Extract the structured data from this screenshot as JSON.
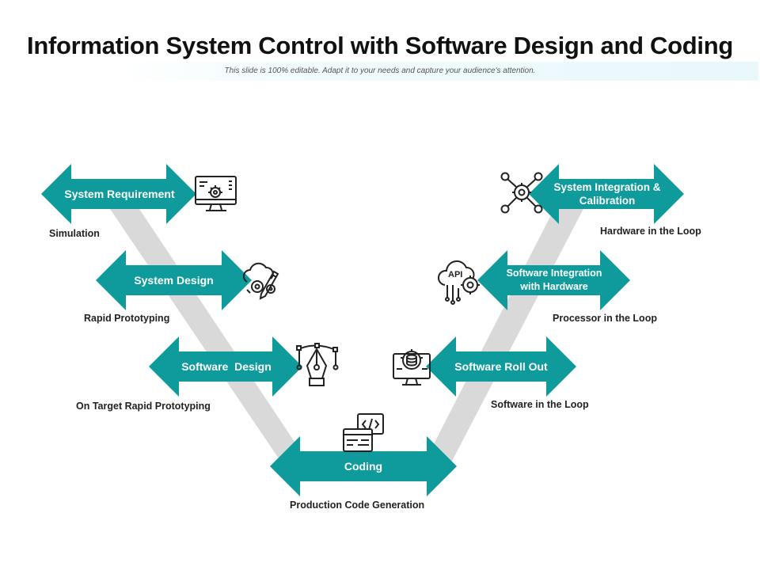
{
  "title": "Information System Control with Software Design and Coding",
  "subtitle": "This slide is 100% editable. Adapt it to your needs and capture your audience's attention.",
  "colors": {
    "accent": "#0f9b9b",
    "band": "#d9d9d9",
    "icon": "#222222"
  },
  "stages": {
    "system_requirement": {
      "label": "System Requirement",
      "caption": "Simulation",
      "icon": "monitor-gear-icon"
    },
    "system_design": {
      "label": "System Design",
      "caption": "Rapid Prototyping",
      "icon": "cloud-gear-pencil-icon"
    },
    "software_design": {
      "label": "Software  Design",
      "caption": "On Target Rapid Prototyping",
      "icon": "pen-tool-icon"
    },
    "coding": {
      "label": "Coding",
      "caption": "Production Code Generation",
      "icon": "code-windows-icon"
    },
    "software_rollout": {
      "label": "Software Roll Out",
      "caption": "Software in the Loop",
      "icon": "monitor-database-gear-icon"
    },
    "software_integration": {
      "label": "Software Integration with Hardware",
      "caption": "Processor in the Loop",
      "icon": "api-cloud-gear-icon"
    },
    "system_integration": {
      "label": "System Integration & Calibration",
      "caption": "Hardware in the Loop",
      "icon": "gear-network-icon"
    }
  }
}
